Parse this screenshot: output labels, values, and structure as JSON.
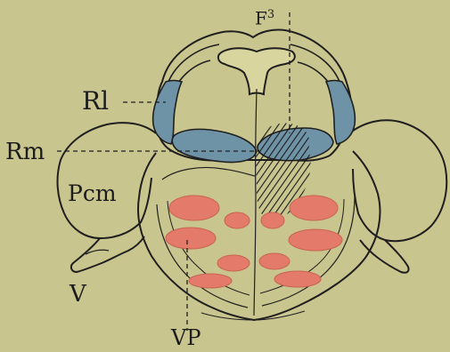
{
  "labels": {
    "f3": "F",
    "f3_sup": "3",
    "rl": "Rl",
    "rm": "Rm",
    "pcm": "Pcm",
    "v": "V",
    "vp": "VP"
  },
  "colors": {
    "background": "#c9c58e",
    "outline": "#1f1f1f",
    "lemniscus_blue": "#6f93a6",
    "pontine_nuclei_red": "#e37a6a",
    "hatching": "#1a1a1a"
  }
}
